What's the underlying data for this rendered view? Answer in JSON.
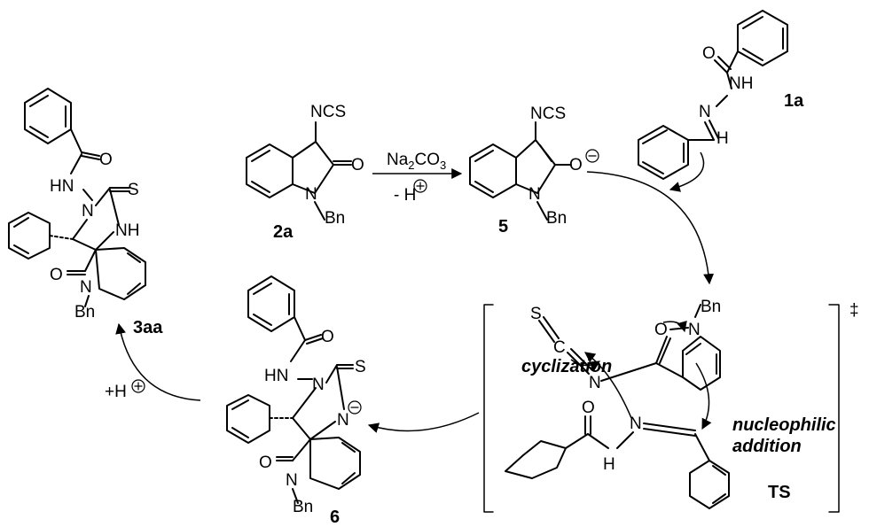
{
  "compounds": {
    "c1a": "1a",
    "c2a": "2a",
    "c5": "5",
    "c6": "6",
    "c3aa": "3aa",
    "ts": "TS"
  },
  "atoms": {
    "ncs": "NCS",
    "o": "O",
    "n": "N",
    "nh": "NH",
    "hn": "HN",
    "h": "H",
    "s": "S",
    "c": "C",
    "bn": "Bn",
    "nn": "N-N",
    "o_minus": "O"
  },
  "conditions": {
    "reagent_main": "Na",
    "reagent_sub2": "2",
    "reagent_co": "CO",
    "reagent_sub3": "3",
    "minus_h": "- H",
    "plus_h": "+H"
  },
  "annotations": {
    "cyclization": "cyclization",
    "nucleophilic": "nucleophilic",
    "addition": "addition",
    "dagger": "‡"
  }
}
